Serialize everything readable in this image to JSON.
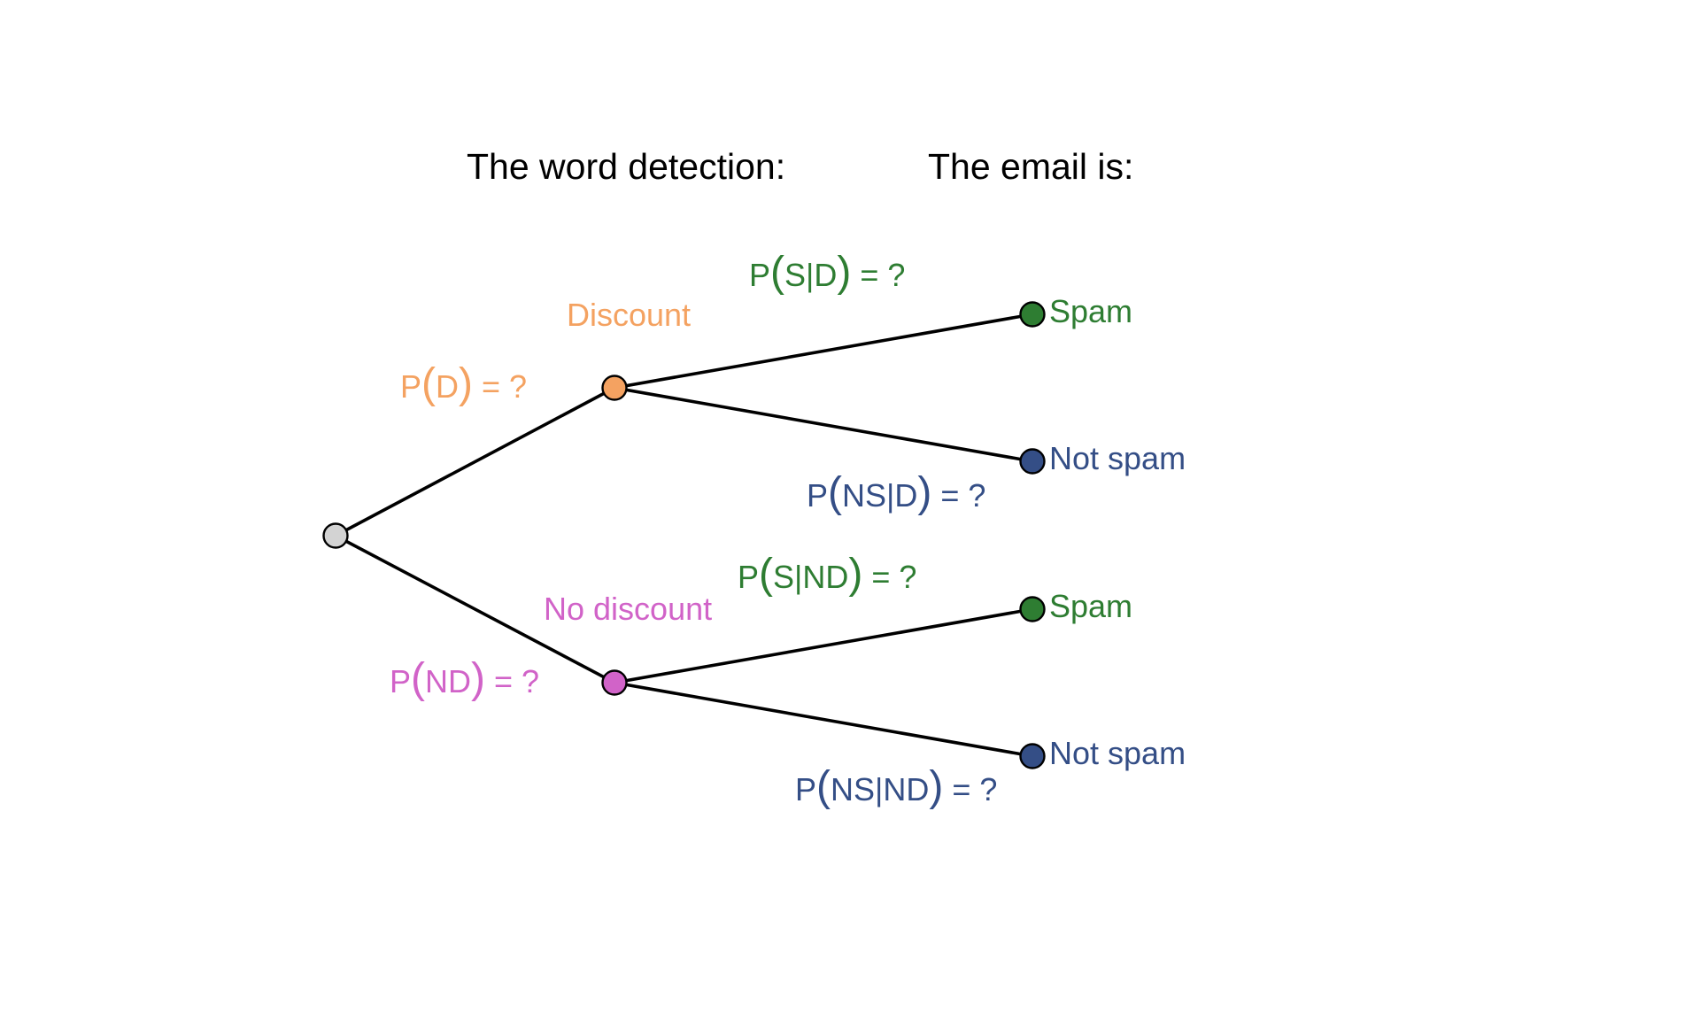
{
  "headers": {
    "word_detection": "The word detection:",
    "email_is": "The email is:"
  },
  "colors": {
    "discount": "#f4a261",
    "no_discount": "#d163c8",
    "spam": "#2e7d32",
    "not_spam": "#344e86",
    "root": "#d3d3d3",
    "edge": "#000000"
  },
  "nodes": {
    "root": {
      "name": "root"
    },
    "discount": {
      "label": "Discount"
    },
    "no_discount": {
      "label": "No discount"
    },
    "spam_given_d": {
      "label": "Spam"
    },
    "not_spam_given_d": {
      "label": "Not spam"
    },
    "spam_given_nd": {
      "label": "Spam"
    },
    "not_spam_given_nd": {
      "label": "Not spam"
    }
  },
  "probabilities": {
    "p_d": {
      "prefix": "P",
      "inner": "D",
      "suffix": " = ?"
    },
    "p_nd": {
      "prefix": "P",
      "inner": "ND",
      "suffix": " = ?"
    },
    "p_s_d": {
      "prefix": "P",
      "inner": "S|D",
      "suffix": " = ?"
    },
    "p_ns_d": {
      "prefix": "P",
      "inner": "NS|D",
      "suffix": " = ?"
    },
    "p_s_nd": {
      "prefix": "P",
      "inner": "S|ND",
      "suffix": " = ?"
    },
    "p_ns_nd": {
      "prefix": "P",
      "inner": "NS|ND",
      "suffix": " = ?"
    }
  }
}
